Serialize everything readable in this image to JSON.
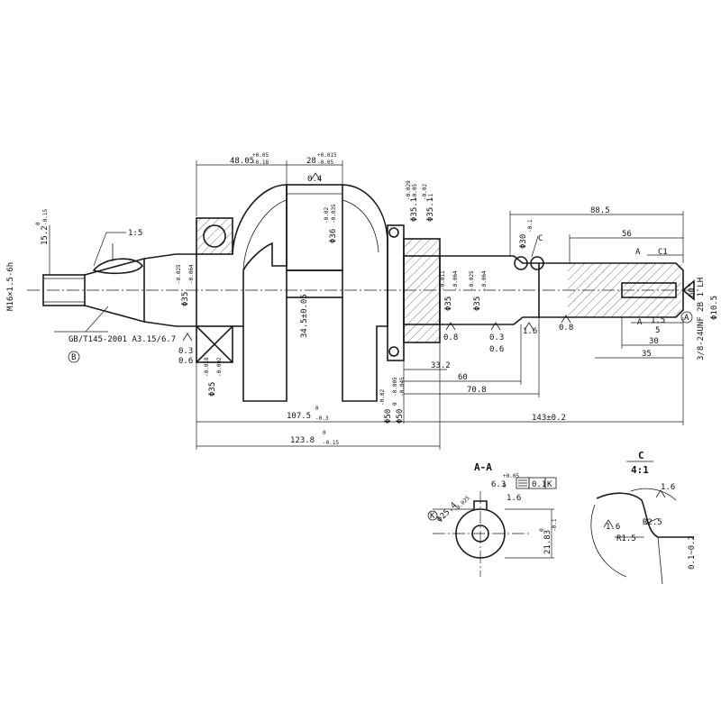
{
  "dimensions": {
    "d_48_05": "48.05",
    "d_48_05_up": "+0.05",
    "d_48_05_lo": "-0.18",
    "d_28": "28",
    "d_28_up": "+0.015",
    "d_28_lo": "-0.05",
    "d_0_4": "0.4",
    "d_88_5": "88.5",
    "d_56": "56",
    "d_15_2": "15.2",
    "d_15_2_up": "0",
    "d_15_2_lo": "-0.15",
    "taper": "1:5",
    "thread_m": "M16×1.5-6h",
    "phi35_a": "Φ35",
    "phi35_a_up": "-0.025",
    "phi35_a_lo": "-0.064",
    "phi36": "Φ36",
    "phi36_up": "-0.02",
    "phi36_lo": "-0.035",
    "phi35_1a": "Φ35.1",
    "phi35_1a_up": "-0.029",
    "phi35_1a_lo": "-0.05",
    "phi35_1b": "Φ35.1",
    "phi35_1b_up": "-0.02",
    "phi35_1b_lo": "-1",
    "phi30": "Φ30",
    "phi30_tol": "-0.1",
    "phi35_b": "Φ35",
    "phi35_b_up": "-0.011",
    "phi35_b_lo": "-0.064",
    "phi35_c": "Φ35",
    "phi35_c_up": "-0.025",
    "phi35_c_lo": "-0.064",
    "phi35_d": "Φ35",
    "phi35_d_up": "-0.018",
    "phi35_d_lo": "-0.002",
    "phi50": "Φ50",
    "phi50_up": "-0.02",
    "phi50_lo": "0",
    "phi50_2": "Φ50",
    "phi50_2_up": "-0.005",
    "phi50_2_lo": "-0.045",
    "d_34_5": "34.5±0.05",
    "standard": "GB/T145-2001 A3.15/6.7",
    "rough_0_3a": "0.3",
    "rough_0_6a": "0.6",
    "rough_0_8a": "0.8",
    "rough_0_3b": "0.3",
    "rough_0_6b": "0.6",
    "rough_1_6": "1.6",
    "rough_0_8b": "0.8",
    "d_33_2": "33.2",
    "d_60": "60",
    "d_70_8": "70.8",
    "d_107_5": "107.5",
    "d_107_5_up": "0",
    "d_107_5_lo": "-0.3",
    "d_123_8": "123.8",
    "d_123_8_up": "0",
    "d_123_8_lo": "-0.15",
    "d_143": "143±0.2",
    "chamfer_c1": "C1",
    "label_a_top": "A",
    "label_a_bot": "A",
    "d_1_5": "1.5",
    "d_5": "5",
    "d_30": "30",
    "d_35": "35",
    "thread_unf": "3/8-24UNF 2B 1 LH",
    "angle_60": "60°",
    "phi10_5": "Φ10.5",
    "datum_b": "B",
    "datum_a": "A"
  },
  "section_aa": {
    "title": "A-A",
    "d_6_3": "6.3",
    "d_6_3_up": "+0.05",
    "d_6_3_lo": "0",
    "tol_val": "0.1",
    "tol_ref": "K",
    "rough": "1.6",
    "phi25": "Φ25.4",
    "phi25_tol": "-0.025",
    "d_21_83": "21.83",
    "d_21_83_up": "0",
    "d_21_83_lo": "-0.1",
    "datum_k": "K"
  },
  "detail_c": {
    "title": "C",
    "scale": "4:1",
    "rough_top": "1.6",
    "rough_left": "1.6",
    "r2_5": "R2.5",
    "r1_5": "R1.5",
    "d_0_1": "0.1~0.2"
  },
  "detail_c_marker": "C"
}
